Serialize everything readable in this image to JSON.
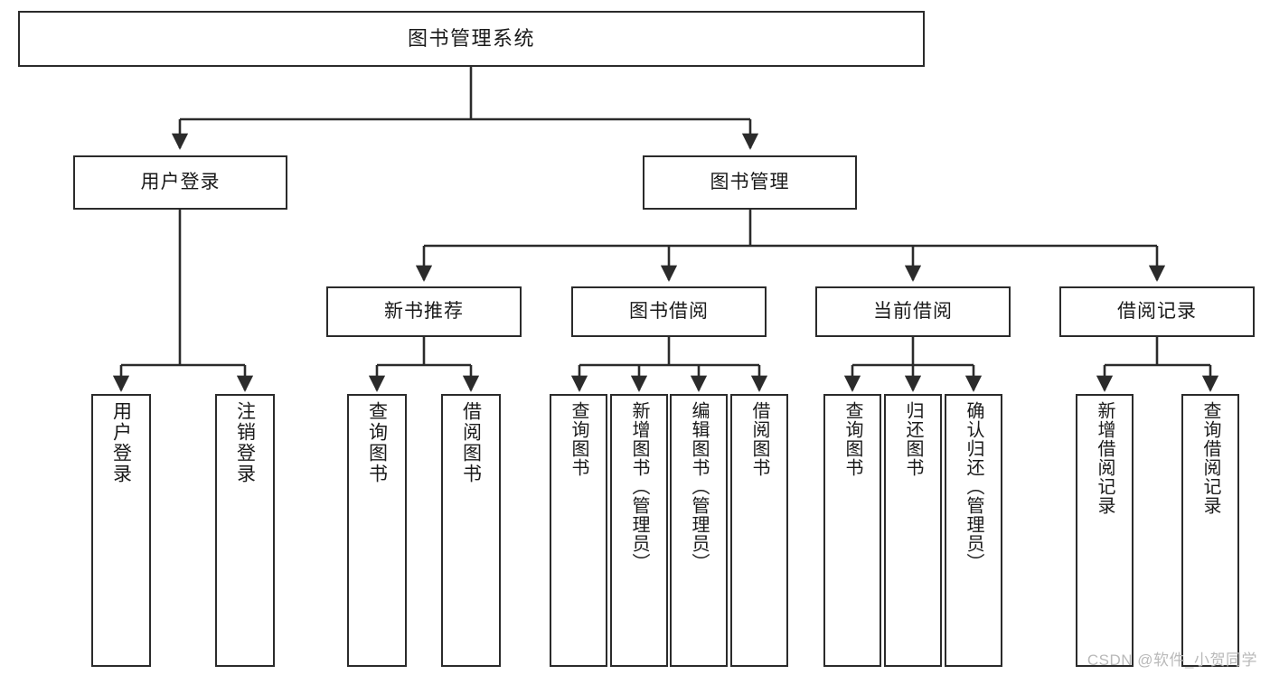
{
  "diagram": {
    "title": "图书管理系统",
    "type": "hierarchy-tree",
    "watermark": "CSDN @软件_小贺同学",
    "stroke_color": "#2b2b2b",
    "fill_color": "#ffffff",
    "text_color": "#1a1a1a",
    "watermark_color": "#b9b9b9"
  },
  "nodes": {
    "root": {
      "label": "图书管理系统"
    },
    "level2": [
      {
        "label": "用户登录"
      },
      {
        "label": "图书管理"
      }
    ],
    "level3": [
      {
        "label": "新书推荐"
      },
      {
        "label": "图书借阅"
      },
      {
        "label": "当前借阅"
      },
      {
        "label": "借阅记录"
      }
    ],
    "leaves": {
      "user_login": [
        {
          "label": "用户登录"
        },
        {
          "label": "注销登录"
        }
      ],
      "new_book_recommend": [
        {
          "label": "查询图书"
        },
        {
          "label": "借阅图书"
        }
      ],
      "book_borrow": [
        {
          "label": "查询图书"
        },
        {
          "label": "新增图书（管理员）"
        },
        {
          "label": "编辑图书（管理员）"
        },
        {
          "label": "借阅图书"
        }
      ],
      "current_borrow": [
        {
          "label": "查询图书"
        },
        {
          "label": "归还图书"
        },
        {
          "label": "确认归还（管理员）"
        }
      ],
      "borrow_record": [
        {
          "label": "新增借阅记录"
        },
        {
          "label": "查询借阅记录"
        }
      ]
    }
  }
}
